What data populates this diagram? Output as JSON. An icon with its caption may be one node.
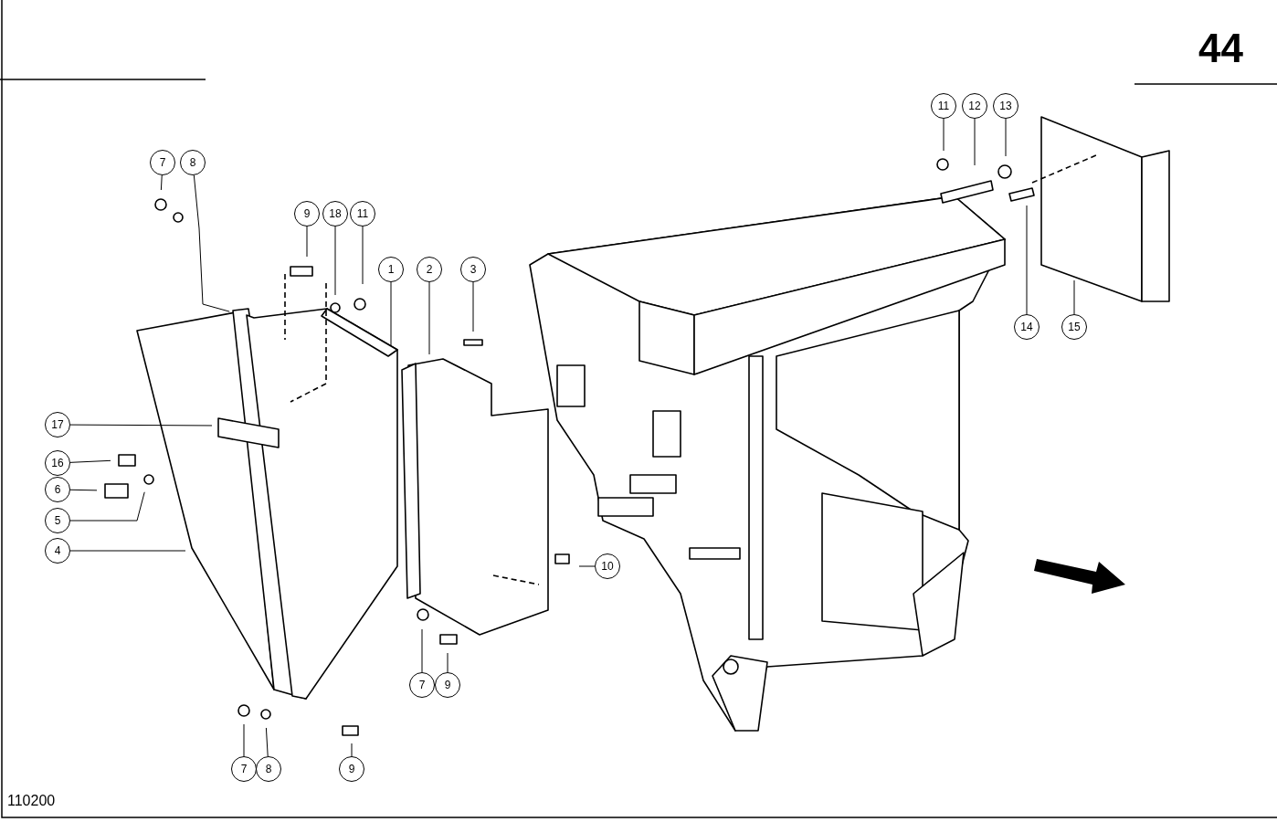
{
  "diagram": {
    "nodes": [
      {
        "text": [
          "7"
        ]
      },
      {
        "text": [
          "8"
        ]
      },
      {
        "text": [
          "9"
        ]
      },
      {
        "text": [
          "18"
        ]
      },
      {
        "text": [
          "11"
        ]
      },
      {
        "text": [
          "1"
        ]
      },
      {
        "text": [
          "2"
        ]
      },
      {
        "text": [
          "3"
        ]
      },
      {
        "text": [
          "17"
        ]
      },
      {
        "text": [
          "16"
        ]
      },
      {
        "text": [
          "6"
        ]
      },
      {
        "text": [
          "5"
        ]
      },
      {
        "text": [
          "4"
        ]
      },
      {
        "text": [
          "10"
        ]
      },
      {
        "text": [
          "7"
        ]
      },
      {
        "text": [
          "9"
        ]
      },
      {
        "text": [
          "7"
        ]
      },
      {
        "text": [
          "8"
        ]
      },
      {
        "text": [
          "9"
        ]
      },
      {
        "text": [
          "11"
        ]
      },
      {
        "text": [
          "12"
        ]
      },
      {
        "text": [
          "13"
        ]
      },
      {
        "text": [
          "14"
        ]
      },
      {
        "text": [
          "15"
        ]
      }
    ],
    "edges": [
      {
        "from": 0,
        "to": null,
        "arrow": "none"
      },
      {
        "from": 1,
        "to": null,
        "arrow": "none"
      },
      {
        "from": 2,
        "to": null,
        "arrow": "none"
      },
      {
        "from": 3,
        "to": null,
        "arrow": "none"
      },
      {
        "from": 4,
        "to": null,
        "arrow": "none"
      },
      {
        "from": 5,
        "to": null,
        "arrow": "none"
      },
      {
        "from": 6,
        "to": null,
        "arrow": "none"
      },
      {
        "from": 7,
        "to": null,
        "arrow": "none"
      },
      {
        "from": 8,
        "to": null,
        "arrow": "none"
      },
      {
        "from": 9,
        "to": null,
        "arrow": "none"
      },
      {
        "from": 10,
        "to": null,
        "arrow": "none"
      },
      {
        "from": 11,
        "to": null,
        "arrow": "none"
      },
      {
        "from": 12,
        "to": null,
        "arrow": "none"
      },
      {
        "from": 13,
        "to": null,
        "arrow": "none"
      },
      {
        "from": 14,
        "to": null,
        "arrow": "none"
      },
      {
        "from": 15,
        "to": null,
        "arrow": "none"
      },
      {
        "from": 16,
        "to": null,
        "arrow": "none"
      },
      {
        "from": 17,
        "to": null,
        "arrow": "none"
      },
      {
        "from": 18,
        "to": null,
        "arrow": "none"
      },
      {
        "from": 19,
        "to": null,
        "arrow": "none"
      },
      {
        "from": 20,
        "to": null,
        "arrow": "none"
      },
      {
        "from": 21,
        "to": null,
        "arrow": "none"
      },
      {
        "from": 22,
        "to": null,
        "arrow": "none"
      },
      {
        "from": 23,
        "to": null,
        "arrow": "none"
      }
    ],
    "labels": [
      "44",
      "110200"
    ]
  }
}
